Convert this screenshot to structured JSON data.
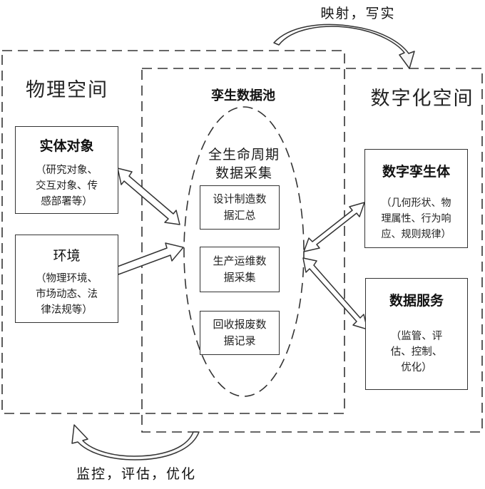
{
  "top_caption": "映射，写实",
  "bottom_caption": "监控，评估，优化",
  "physical_space": {
    "title": "物理空间",
    "entity": {
      "title": "实体对象",
      "desc": "（研究对象、\n交互对象、传\n感部署等）"
    },
    "environment": {
      "title": "环境",
      "desc": "（物理环境、\n市场动态、法\n律法规等）"
    }
  },
  "twin_data_pool": {
    "title": "孪生数据池",
    "lifecycle_title": "全生命周期\n数据采集",
    "items": [
      "设计制造数\n据汇总",
      "生产运维数\n据采集",
      "回收报废数\n据记录"
    ]
  },
  "digital_space": {
    "title": "数字化空间",
    "twin": {
      "title": "数字孪生体",
      "desc": "（几何形状、物\n理属性、行为响\n应、规则规律）"
    },
    "service": {
      "title": "数据服务",
      "desc": "（监管、评\n估、控制、\n优化）"
    }
  }
}
